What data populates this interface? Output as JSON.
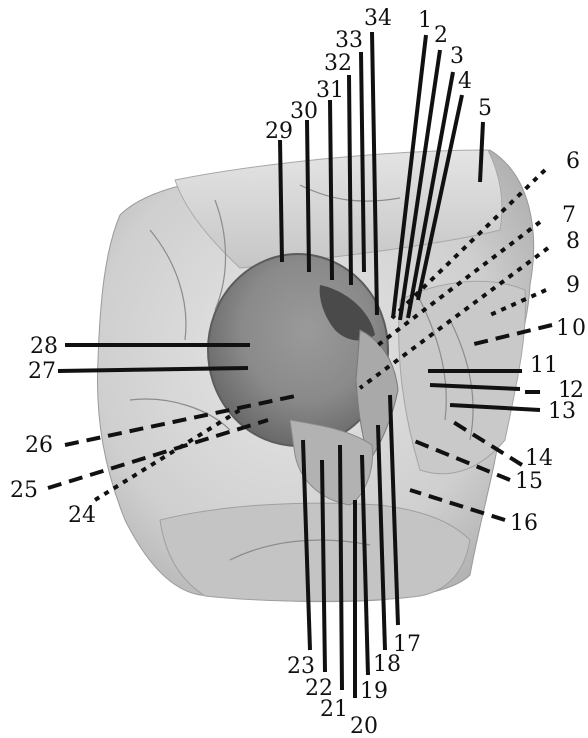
{
  "figure": {
    "labels": [
      "1",
      "2",
      "3",
      "4",
      "5",
      "6",
      "7",
      "8",
      "9",
      "10",
      "11",
      "12",
      "13",
      "14",
      "15",
      "16",
      "17",
      "18",
      "19",
      "20",
      "21",
      "22",
      "23",
      "24",
      "25",
      "26",
      "27",
      "28",
      "29",
      "30",
      "31",
      "32",
      "33",
      "34"
    ]
  },
  "colors": {
    "tissue_light": "#d9d9d9",
    "tissue_mid": "#bdbdbd",
    "tissue_dark": "#8f8f8f",
    "cavity": "#6e6e6e",
    "line": "#111111"
  }
}
